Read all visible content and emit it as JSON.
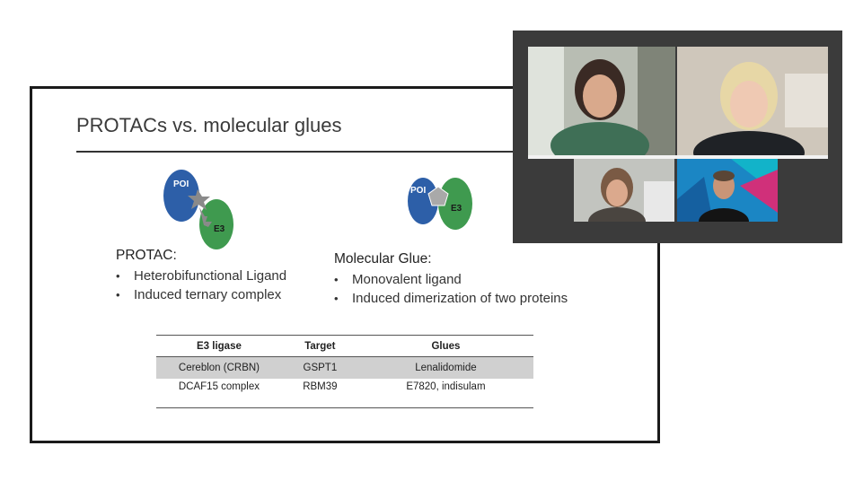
{
  "slide": {
    "title": "PROTACs vs. molecular glues",
    "protac": {
      "poi_label": "POI",
      "e3_label": "E3",
      "heading": "PROTAC:",
      "bullets": [
        "Heterobifunctional Ligand",
        "Induced ternary complex"
      ]
    },
    "glue": {
      "poi_label": "POI",
      "e3_label": "E3",
      "heading": "Molecular Glue:",
      "bullets": [
        "Monovalent ligand",
        "Induced dimerization of two proteins"
      ]
    },
    "table": {
      "headers": [
        "E3 ligase",
        "Target",
        "Glues"
      ],
      "rows": [
        [
          "Cereblon (CRBN)",
          "GSPT1",
          "Lenalidomide"
        ],
        [
          "DCAF15 complex",
          "RBM39",
          "E7820, indisulam"
        ]
      ]
    }
  },
  "colors": {
    "poi_blue": "#2d5fa8",
    "e3_green": "#3f9a4f",
    "ligand_gray": "#8a8a8a",
    "row_shade": "#d0d0d0",
    "call_frame": "#3b3b3b"
  },
  "video_call": {
    "participants": [
      {
        "tile": "top-left"
      },
      {
        "tile": "top-right"
      },
      {
        "tile": "bottom-left"
      },
      {
        "tile": "bottom-right"
      }
    ]
  }
}
